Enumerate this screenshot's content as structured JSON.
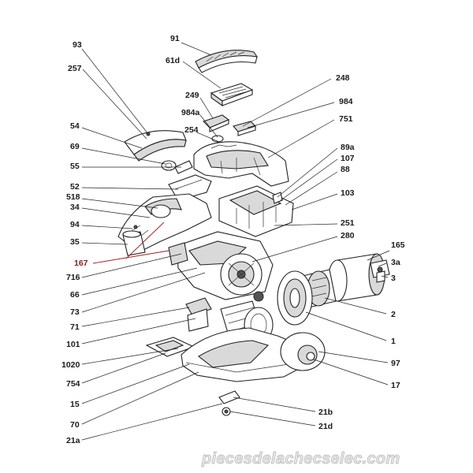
{
  "labels": [
    {
      "id": "93",
      "text": "93"
    },
    {
      "id": "91",
      "text": "91"
    },
    {
      "id": "257",
      "text": "257"
    },
    {
      "id": "61d",
      "text": "61d"
    },
    {
      "id": "248",
      "text": "248"
    },
    {
      "id": "249",
      "text": "249"
    },
    {
      "id": "984",
      "text": "984"
    },
    {
      "id": "984a",
      "text": "984a"
    },
    {
      "id": "751",
      "text": "751"
    },
    {
      "id": "54",
      "text": "54"
    },
    {
      "id": "254",
      "text": "254"
    },
    {
      "id": "69",
      "text": "69"
    },
    {
      "id": "89a",
      "text": "89a"
    },
    {
      "id": "107",
      "text": "107"
    },
    {
      "id": "55",
      "text": "55"
    },
    {
      "id": "88",
      "text": "88"
    },
    {
      "id": "52",
      "text": "52"
    },
    {
      "id": "103",
      "text": "103"
    },
    {
      "id": "518",
      "text": "518"
    },
    {
      "id": "34",
      "text": "34"
    },
    {
      "id": "251",
      "text": "251"
    },
    {
      "id": "94",
      "text": "94"
    },
    {
      "id": "280",
      "text": "280"
    },
    {
      "id": "35",
      "text": "35"
    },
    {
      "id": "165",
      "text": "165"
    },
    {
      "id": "167",
      "text": "167",
      "highlight": true
    },
    {
      "id": "3a",
      "text": "3a"
    },
    {
      "id": "716",
      "text": "716"
    },
    {
      "id": "3",
      "text": "3"
    },
    {
      "id": "66",
      "text": "66"
    },
    {
      "id": "73",
      "text": "73"
    },
    {
      "id": "2",
      "text": "2"
    },
    {
      "id": "71",
      "text": "71"
    },
    {
      "id": "101",
      "text": "101"
    },
    {
      "id": "1",
      "text": "1"
    },
    {
      "id": "1020",
      "text": "1020"
    },
    {
      "id": "97",
      "text": "97"
    },
    {
      "id": "754",
      "text": "754"
    },
    {
      "id": "17",
      "text": "17"
    },
    {
      "id": "15",
      "text": "15"
    },
    {
      "id": "21b",
      "text": "21b"
    },
    {
      "id": "70",
      "text": "70"
    },
    {
      "id": "21d",
      "text": "21d"
    },
    {
      "id": "21a",
      "text": "21a"
    }
  ],
  "watermark": "piecesdelachecselec.com",
  "colors": {
    "line": "#222222",
    "highlight": "#8a1c1c",
    "part_fill": "#ffffff",
    "part_grey": "#d9d9d9"
  }
}
